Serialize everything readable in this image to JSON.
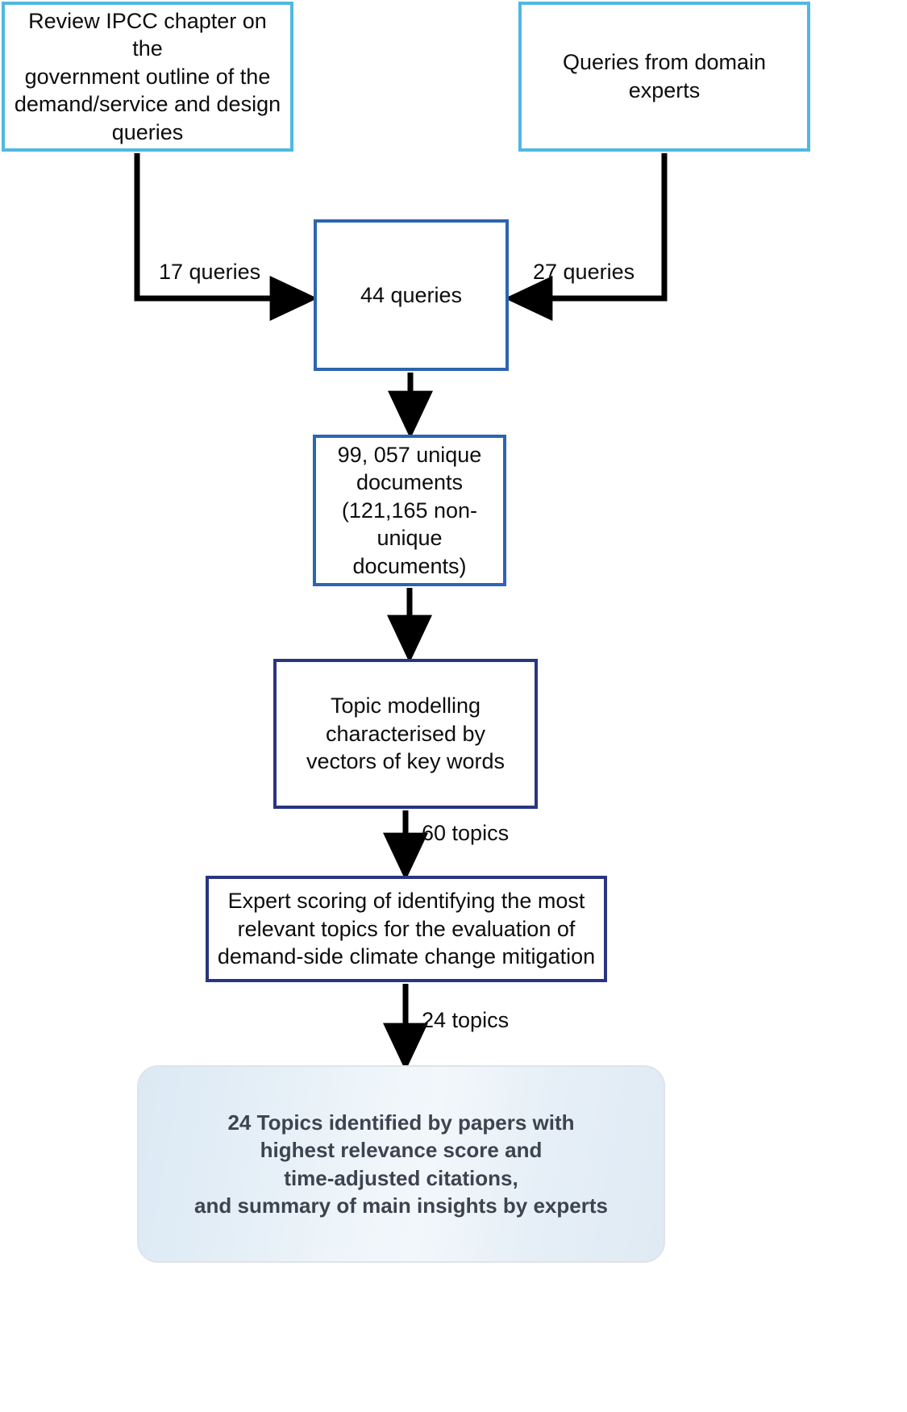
{
  "diagram": {
    "title": "Literature review methodology flowchart",
    "colors": {
      "source_border": "#4fb8e0",
      "mid_border": "#2c65b0",
      "deep_border": "#2a3580",
      "result_text": "#3d4450",
      "arrow": "#000000",
      "background": "#ffffff"
    },
    "nodes": {
      "review_ipcc": {
        "label": "Review IPCC chapter on the\ngovernment outline of the\ndemand/service and design\nqueries",
        "style": "source"
      },
      "domain_experts": {
        "label": "Queries from domain\nexperts",
        "style": "source"
      },
      "queries_total": {
        "label": "44 queries",
        "style": "mid"
      },
      "documents": {
        "label": "99, 057 unique\ndocuments\n(121,165 non-unique\ndocuments)",
        "style": "mid"
      },
      "topic_modelling": {
        "label": "Topic modelling\ncharacterised by\nvectors of key words",
        "style": "deep"
      },
      "expert_scoring": {
        "label": "Expert scoring of identifying the most\nrelevant topics for the evaluation of\ndemand-side climate change mitigation",
        "style": "deep"
      },
      "result": {
        "label": "24 Topics identified by papers with\nhighest relevance score and\ntime-adjusted citations,\nand summary of main insights by experts",
        "style": "rounded-gradient"
      }
    },
    "edges": [
      {
        "from": "review_ipcc",
        "to": "queries_total",
        "label": "17 queries"
      },
      {
        "from": "domain_experts",
        "to": "queries_total",
        "label": "27 queries"
      },
      {
        "from": "queries_total",
        "to": "documents",
        "label": ""
      },
      {
        "from": "documents",
        "to": "topic_modelling",
        "label": ""
      },
      {
        "from": "topic_modelling",
        "to": "expert_scoring",
        "label": "60 topics"
      },
      {
        "from": "expert_scoring",
        "to": "result",
        "label": "24 topics"
      }
    ]
  }
}
